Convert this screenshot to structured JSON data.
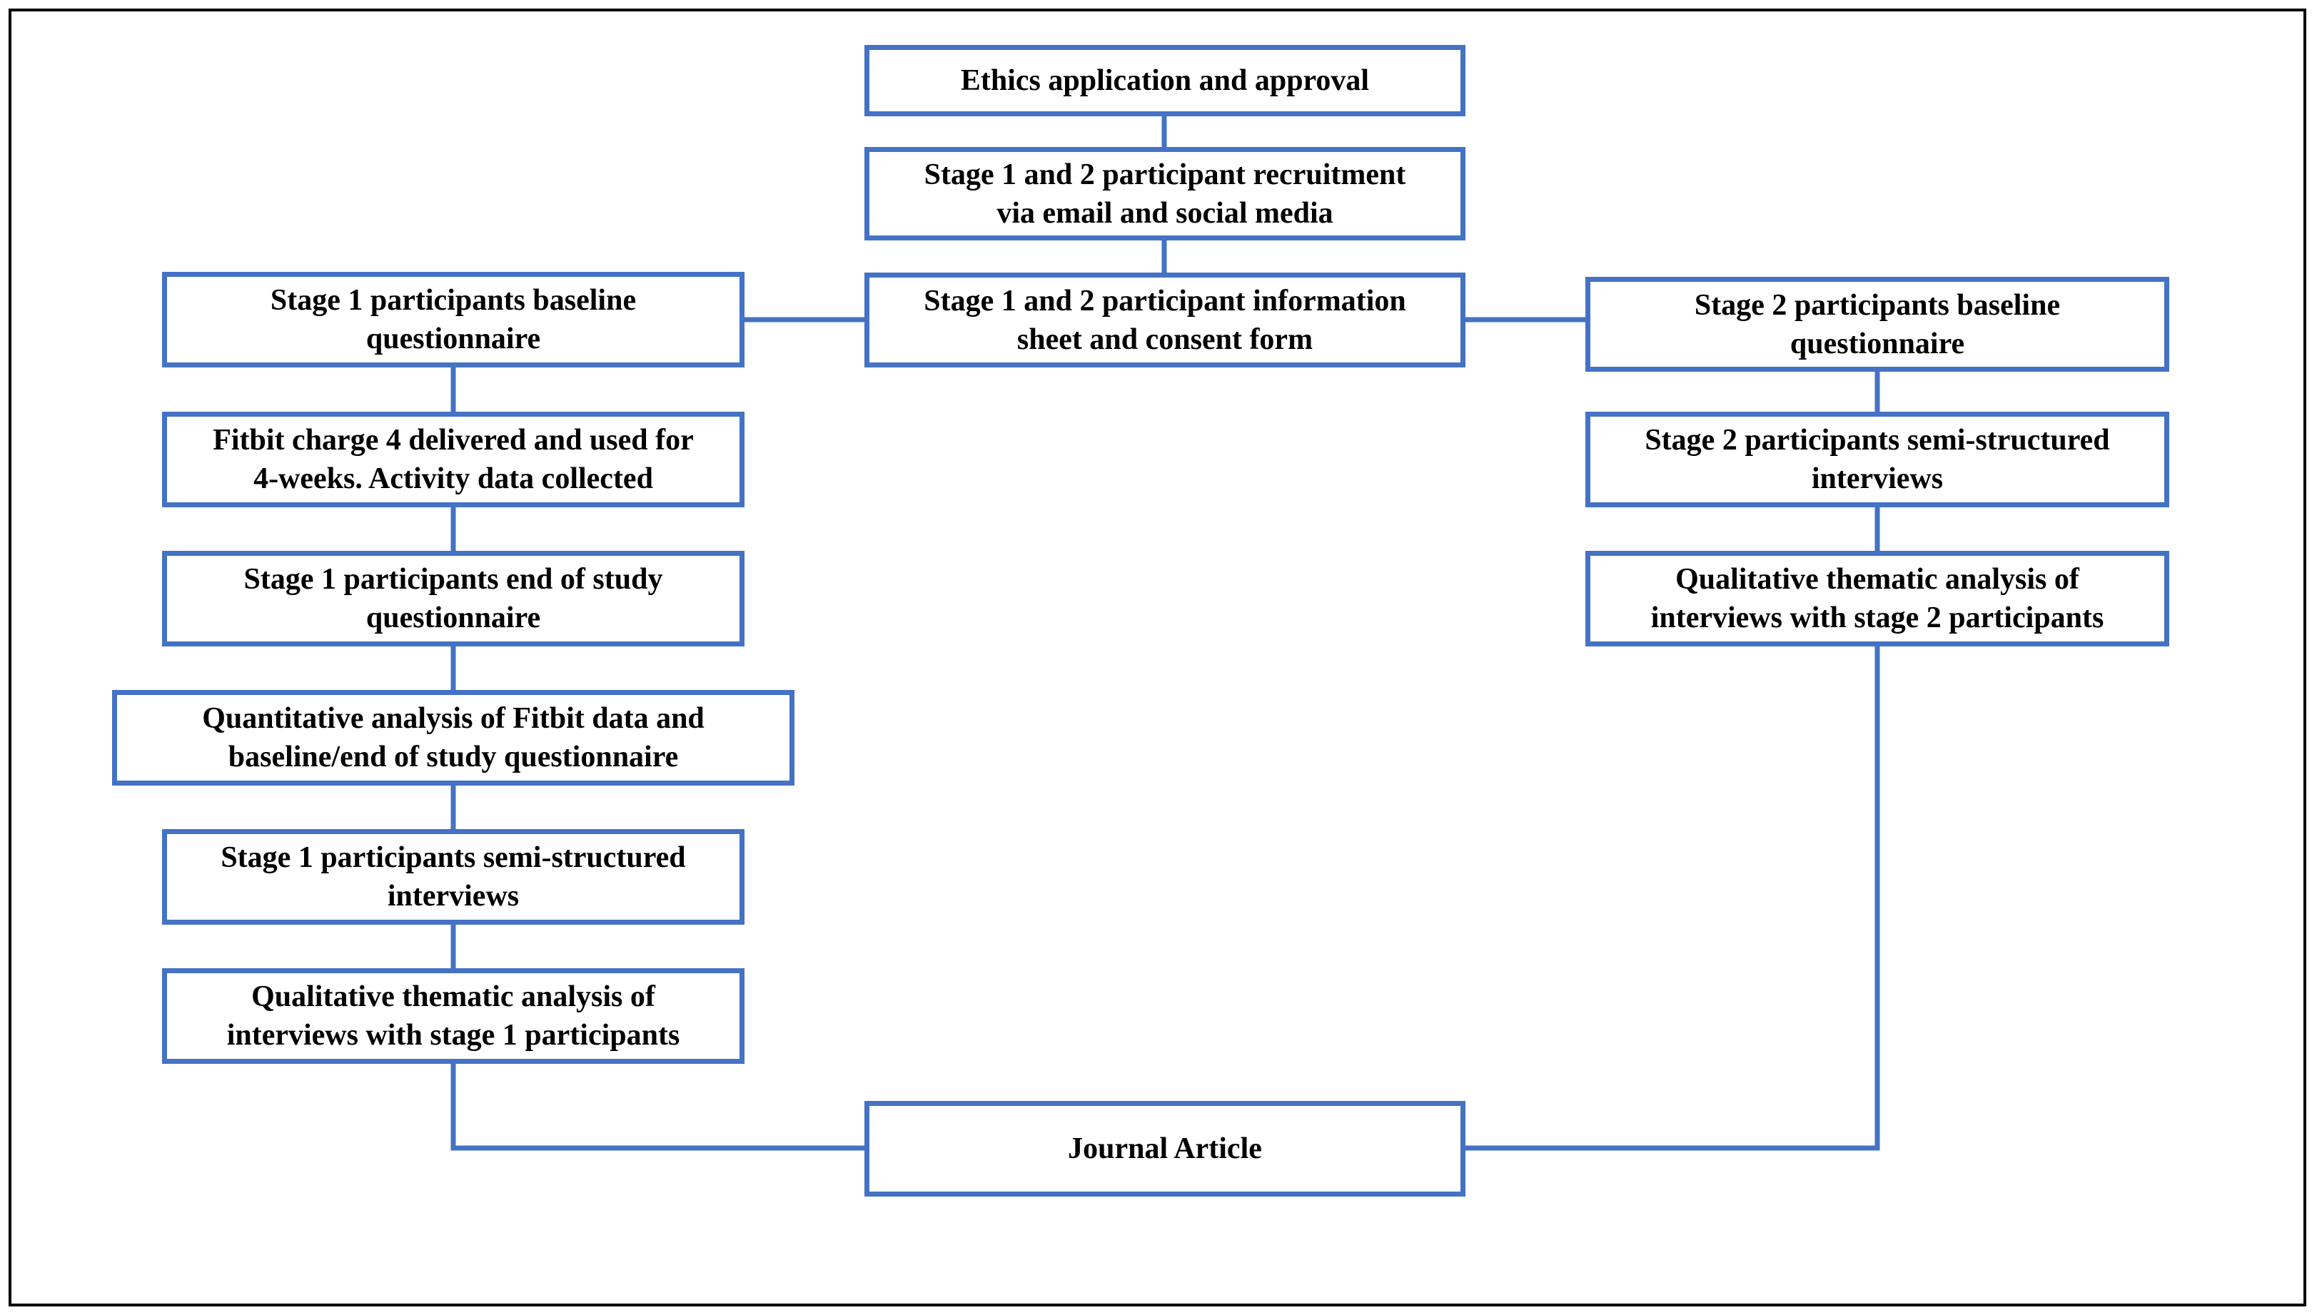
{
  "colors": {
    "box_border": "#4472c4",
    "connector": "#4472c4",
    "frame": "#000000",
    "text": "#000000"
  },
  "boxes": {
    "ethics": "Ethics application and approval",
    "recruitment": "Stage 1 and 2 participant recruitment\nvia email and social media",
    "info_sheet": "Stage 1 and 2 participant information\nsheet and consent form",
    "s1_baseline": "Stage 1 participants baseline\nquestionnaire",
    "s1_fitbit": "Fitbit charge 4 delivered and used for\n4-weeks. Activity data collected",
    "s1_end": "Stage 1 participants end of study\nquestionnaire",
    "s1_quant": "Quantitative analysis of Fitbit data and\nbaseline/end of study questionnaire",
    "s1_interviews": "Stage 1 participants semi-structured\ninterviews",
    "s1_qual": "Qualitative thematic analysis of\ninterviews with stage 1 participants",
    "s2_baseline": "Stage 2 participants baseline\nquestionnaire",
    "s2_interviews": "Stage 2 participants semi-structured\ninterviews",
    "s2_qual": "Qualitative thematic analysis of\ninterviews with stage 2 participants",
    "journal": "Journal Article"
  }
}
